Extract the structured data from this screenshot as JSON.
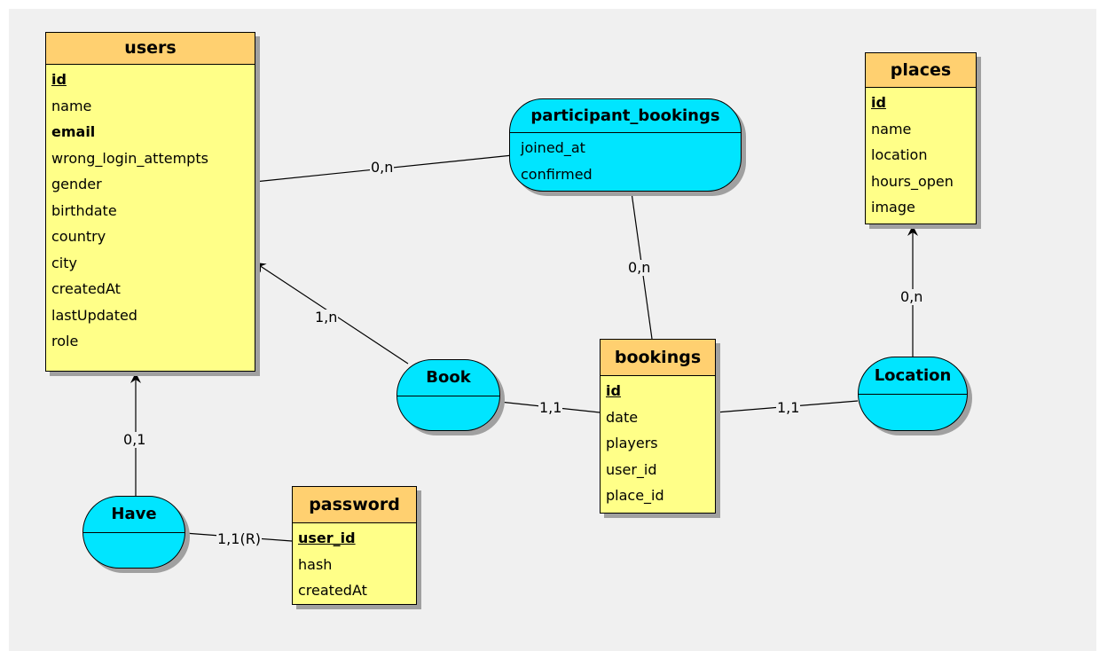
{
  "entities": {
    "users": {
      "title": "users",
      "attributes": [
        {
          "name": "id",
          "style": "key"
        },
        {
          "name": "name",
          "style": "normal"
        },
        {
          "name": "email",
          "style": "bold"
        },
        {
          "name": "wrong_login_attempts",
          "style": "normal"
        },
        {
          "name": "gender",
          "style": "normal"
        },
        {
          "name": "birthdate",
          "style": "normal"
        },
        {
          "name": "country",
          "style": "normal"
        },
        {
          "name": "city",
          "style": "normal"
        },
        {
          "name": "createdAt",
          "style": "normal"
        },
        {
          "name": "lastUpdated",
          "style": "normal"
        },
        {
          "name": "role",
          "style": "normal"
        }
      ]
    },
    "places": {
      "title": "places",
      "attributes": [
        {
          "name": "id",
          "style": "key"
        },
        {
          "name": "name",
          "style": "normal"
        },
        {
          "name": "location",
          "style": "normal"
        },
        {
          "name": "hours_open",
          "style": "normal"
        },
        {
          "name": "image",
          "style": "normal"
        }
      ]
    },
    "bookings": {
      "title": "bookings",
      "attributes": [
        {
          "name": "id",
          "style": "key"
        },
        {
          "name": "date",
          "style": "normal"
        },
        {
          "name": "players",
          "style": "normal"
        },
        {
          "name": "user_id",
          "style": "normal"
        },
        {
          "name": "place_id",
          "style": "normal"
        }
      ]
    },
    "password": {
      "title": "password",
      "attributes": [
        {
          "name": "user_id",
          "style": "key"
        },
        {
          "name": "hash",
          "style": "normal"
        },
        {
          "name": "createdAt",
          "style": "normal"
        }
      ]
    }
  },
  "relations": {
    "participant_bookings": {
      "title": "participant_bookings",
      "attributes": [
        "joined_at",
        "confirmed"
      ]
    },
    "book": {
      "title": "Book"
    },
    "location": {
      "title": "Location"
    },
    "have": {
      "title": "Have"
    }
  },
  "cardinalities": {
    "users_participant": "0,n",
    "participant_bookings": "0,n",
    "book_users": "1,n",
    "book_bookings": "1,1",
    "location_bookings": "1,1",
    "location_places": "0,n",
    "have_users": "0,1",
    "have_password": "1,1(R)"
  },
  "colors": {
    "entity_header": "#ffd070",
    "entity_body": "#ffff88",
    "relation_fill": "#00e5ff",
    "background": "#f0f0f0"
  }
}
